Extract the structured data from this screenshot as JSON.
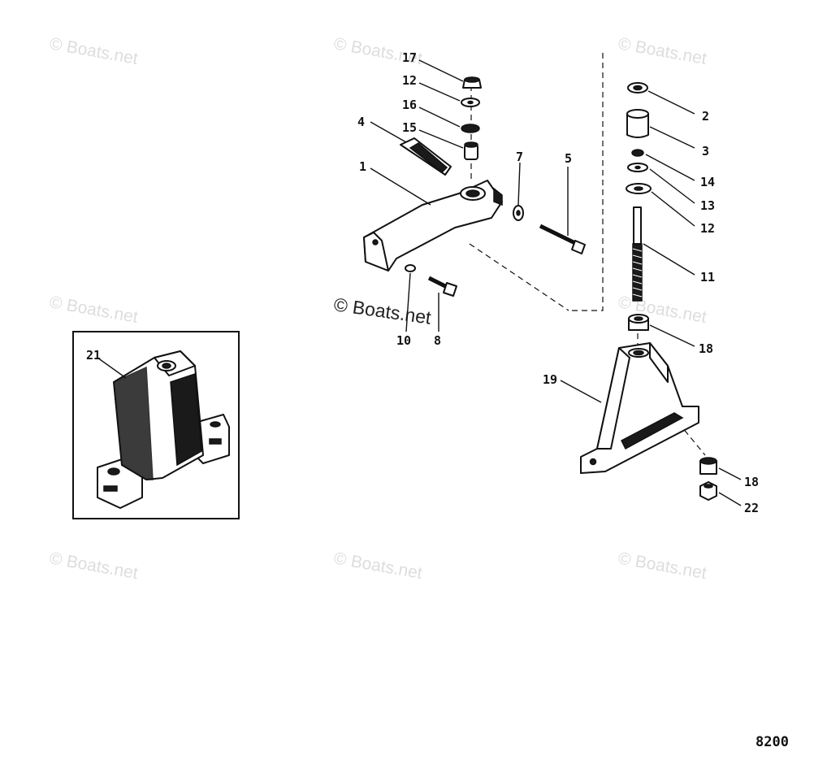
{
  "diagram": {
    "id_label": "8200",
    "inset_callout": "21",
    "callouts": [
      "17",
      "12",
      "16",
      "15",
      "4",
      "1",
      "7",
      "5",
      "10",
      "8",
      "2",
      "3",
      "14",
      "13",
      "12",
      "11",
      "18",
      "19",
      "18",
      "22"
    ],
    "watermarks": [
      "© Boats.net",
      "© Boats.net",
      "© Boats.net",
      "© Boats.net",
      "© Boats.net",
      "© Boats.net",
      "© Boats.net",
      "© Boats.net",
      "© Boats.net"
    ],
    "watermark_strong": "© Boats.net",
    "colors": {
      "ink": "#111111",
      "watermark": "#dddddd",
      "background": "#ffffff"
    }
  }
}
